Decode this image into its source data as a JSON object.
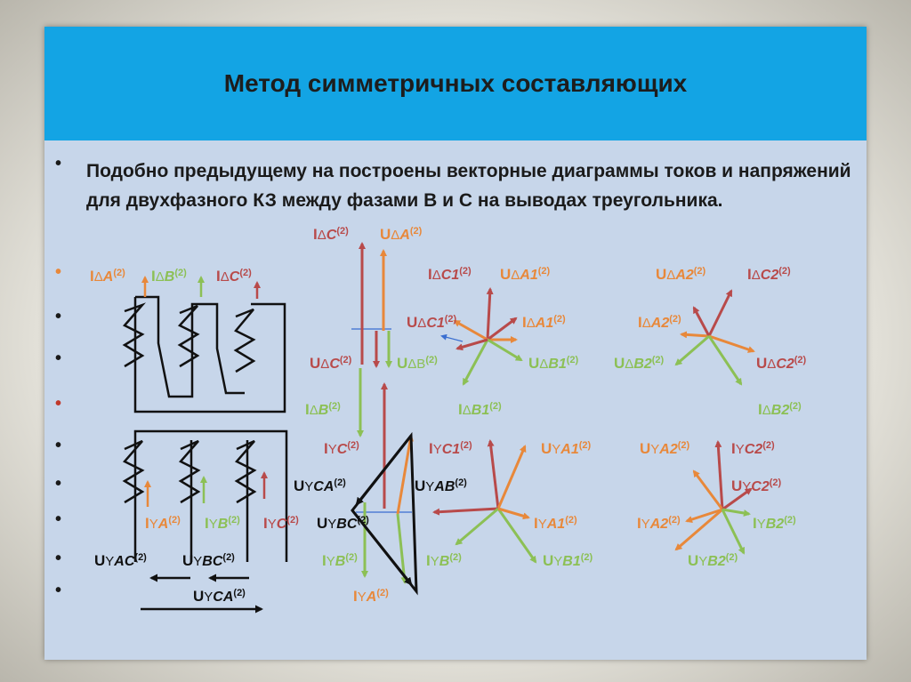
{
  "title": "Метод симметричных составляющих",
  "paragraph": "Подобно предыдущему на построены векторные диаграммы токов и напряжений для двухфазного КЗ между  фазами В и С на выводах треугольника.",
  "bullets": [
    "•",
    "•",
    "•",
    "•",
    "•",
    "•",
    "•",
    "•",
    "•",
    "•"
  ],
  "colors": {
    "title_bar": "#13a4e4",
    "slide_bg": "#c7d6ea",
    "orange": "#e8883a",
    "green": "#8cc055",
    "red": "#b84a4a",
    "blue": "#3a6ed0",
    "black": "#111111"
  },
  "labels": {
    "i_dc": {
      "m": "I",
      "s": "Δ",
      "v": "C",
      "sup": "(2)"
    },
    "u_da": {
      "m": "U",
      "s": "Δ",
      "v": "A",
      "sup": "(2)"
    },
    "i_da_l": {
      "m": "I",
      "s": "Δ",
      "v": "A",
      "sup": "(2)"
    },
    "i_db_l": {
      "m": "I",
      "s": "Δ",
      "v": "B",
      "sup": "(2)"
    },
    "i_dc_l": {
      "m": "I",
      "s": "Δ",
      "v": "C",
      "sup": "(2)"
    },
    "i_dc1": {
      "m": "I",
      "s": "Δ",
      "v": "C1",
      "sup": "(2)"
    },
    "u_da1": {
      "m": "U",
      "s": "Δ",
      "v": "A1",
      "sup": "(2)"
    },
    "u_da2": {
      "m": "U",
      "s": "Δ",
      "v": "A2",
      "sup": "(2)"
    },
    "i_dc2": {
      "m": "I",
      "s": "Δ",
      "v": "C2",
      "sup": "(2)"
    },
    "u_dc1": {
      "m": "U",
      "s": "Δ",
      "v": "C1",
      "sup": "(2)"
    },
    "i_da1": {
      "m": "I",
      "s": "Δ",
      "v": "A1",
      "sup": "(2)"
    },
    "i_da2": {
      "m": "I",
      "s": "Δ",
      "v": "A2",
      "sup": "(2)"
    },
    "u_dc": {
      "m": "U",
      "s": "Δ",
      "v": "C",
      "sup": "(2)"
    },
    "u_db": {
      "m": "U",
      "s": "ΔB",
      "v": "",
      "sup": "(2)"
    },
    "u_db1": {
      "m": "U",
      "s": "Δ",
      "v": "B1",
      "sup": "(2)"
    },
    "u_db2": {
      "m": "U",
      "s": "Δ",
      "v": "B2",
      "sup": "(2)"
    },
    "u_dc2": {
      "m": "U",
      "s": "Δ",
      "v": "C2",
      "sup": "(2)"
    },
    "i_db": {
      "m": "I",
      "s": "Δ",
      "v": "B",
      "sup": "(2)"
    },
    "i_db1": {
      "m": "I",
      "s": "Δ",
      "v": "B1",
      "sup": "(2)"
    },
    "i_db2": {
      "m": "I",
      "s": "Δ",
      "v": "B2",
      "sup": "(2)"
    },
    "i_yc": {
      "m": "I",
      "s": "Y",
      "v": "C",
      "sup": "(2)"
    },
    "i_yc1": {
      "m": "I",
      "s": "Y",
      "v": "C1",
      "sup": "(2)"
    },
    "u_ya1": {
      "m": "U",
      "s": "Y",
      "v": "A1",
      "sup": "(2)"
    },
    "u_ya2": {
      "m": "U",
      "s": "Y",
      "v": "A2",
      "sup": "(2)"
    },
    "i_yc2": {
      "m": "I",
      "s": "Y",
      "v": "C2",
      "sup": "(2)"
    },
    "u_yca": {
      "m": "U",
      "s": "Y",
      "v": "CA",
      "sup": "(2)"
    },
    "u_yab": {
      "m": "U",
      "s": "Y",
      "v": "AB",
      "sup": "(2)"
    },
    "u_yc2": {
      "m": "U",
      "s": "Y",
      "v": "C2",
      "sup": "(2)"
    },
    "i_ya_l": {
      "m": "I",
      "s": "Y",
      "v": "A",
      "sup": "(2)"
    },
    "i_yb_l": {
      "m": "I",
      "s": "Y",
      "v": "B",
      "sup": "(2)"
    },
    "i_yc_l": {
      "m": "I",
      "s": "Y",
      "v": "C",
      "sup": "(2)"
    },
    "u_ybc": {
      "m": "U",
      "s": "Y",
      "v": "BC",
      "sup": "(2)"
    },
    "i_ya1": {
      "m": "I",
      "s": "Y",
      "v": "A1",
      "sup": "(2)"
    },
    "i_ya2": {
      "m": "I",
      "s": "Y",
      "v": "A2",
      "sup": "(2)"
    },
    "i_yb2": {
      "m": "I",
      "s": "Y",
      "v": "B2",
      "sup": "(2)"
    },
    "u_yac_b": {
      "m": "U",
      "s": "Y",
      "v": "AC",
      "sup": "(2)"
    },
    "u_ybc_b": {
      "m": "U",
      "s": "Y",
      "v": "BC",
      "sup": "(2)"
    },
    "i_yb": {
      "m": "I",
      "s": "Y",
      "v": "B",
      "sup": "(2)"
    },
    "i_yb_r": {
      "m": "I",
      "s": "Y",
      "v": "B",
      "sup": "(2)"
    },
    "u_yb1": {
      "m": "U",
      "s": "Y",
      "v": "B1",
      "sup": "(2)"
    },
    "u_yb2": {
      "m": "U",
      "s": "Y",
      "v": "B2",
      "sup": "(2)"
    },
    "u_yca_b": {
      "m": "U",
      "s": "Y",
      "v": "CA",
      "sup": "(2)"
    },
    "i_ya": {
      "m": "I",
      "s": "Y",
      "v": "A",
      "sup": "(2)"
    }
  }
}
